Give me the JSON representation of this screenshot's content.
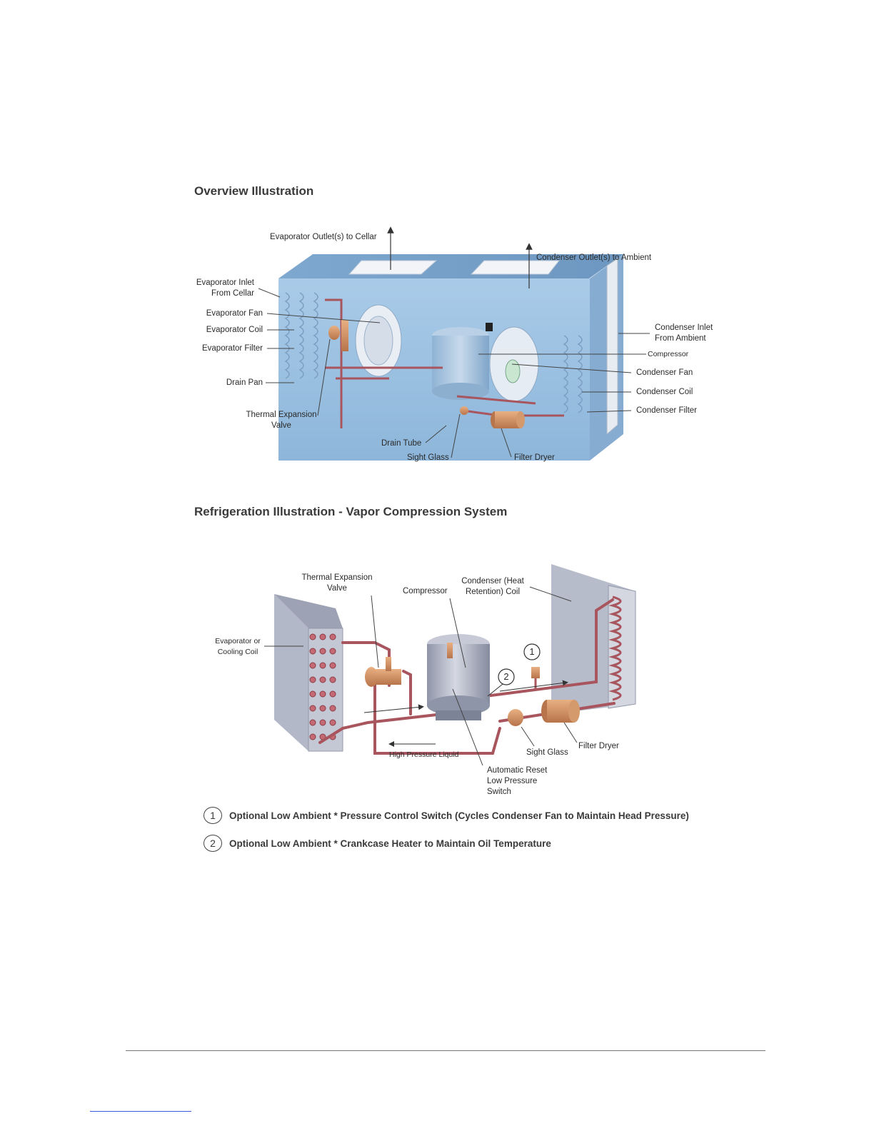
{
  "overview": {
    "title": "Overview Illustration",
    "labels": {
      "evap_outlet": "Evaporator Outlet(s) to Cellar",
      "cond_outlet": "Condenser Outlet(s) to Ambient",
      "evap_inlet": "Evaporator Inlet\nFrom Cellar",
      "evap_fan": "Evaporator Fan",
      "evap_coil": "Evaporator Coil",
      "evap_filter": "Evaporator Filter",
      "drain_pan": "Drain Pan",
      "tev": "Thermal Expansion\nValve",
      "drain_tube": "Drain Tube",
      "sight_glass": "Sight Glass",
      "filter_dryer": "Filter Dryer",
      "cond_inlet": "Condenser Inlet\nFrom Ambient",
      "compressor": "Compressor",
      "cond_fan": "Condenser Fan",
      "cond_coil": "Condenser Coil",
      "cond_filter": "Condenser Filter"
    }
  },
  "refrigeration": {
    "title": "Refrigeration Illustration - Vapor Compression System",
    "labels": {
      "tev": "Thermal Expansion\nValve",
      "compressor": "Compressor",
      "cond_coil": "Condenser (Heat\nRetention) Coil",
      "evap_coil": "Evaporator  or\nCooling Coil",
      "hp_liquid": "High Pressure Liquid",
      "sight_glass": "Sight Glass",
      "filter_dryer": "Filter Dryer",
      "lp_switch": "Automatic Reset\nLow Pressure\nSwitch",
      "marker1": "1",
      "marker2": "2"
    },
    "notes": [
      {
        "num": "1",
        "text": "Optional Low Ambient * Pressure Control Switch (Cycles Condenser Fan to Maintain Head Pressure)"
      },
      {
        "num": "2",
        "text": "Optional Low Ambient * Crankcase Heater to Maintain Oil Temperature"
      }
    ]
  },
  "colors": {
    "housing_blue": "#9fc3e3",
    "copper": "#c98a5a",
    "tube_red": "#a8555e",
    "coil_gray": "#9da3b4"
  }
}
